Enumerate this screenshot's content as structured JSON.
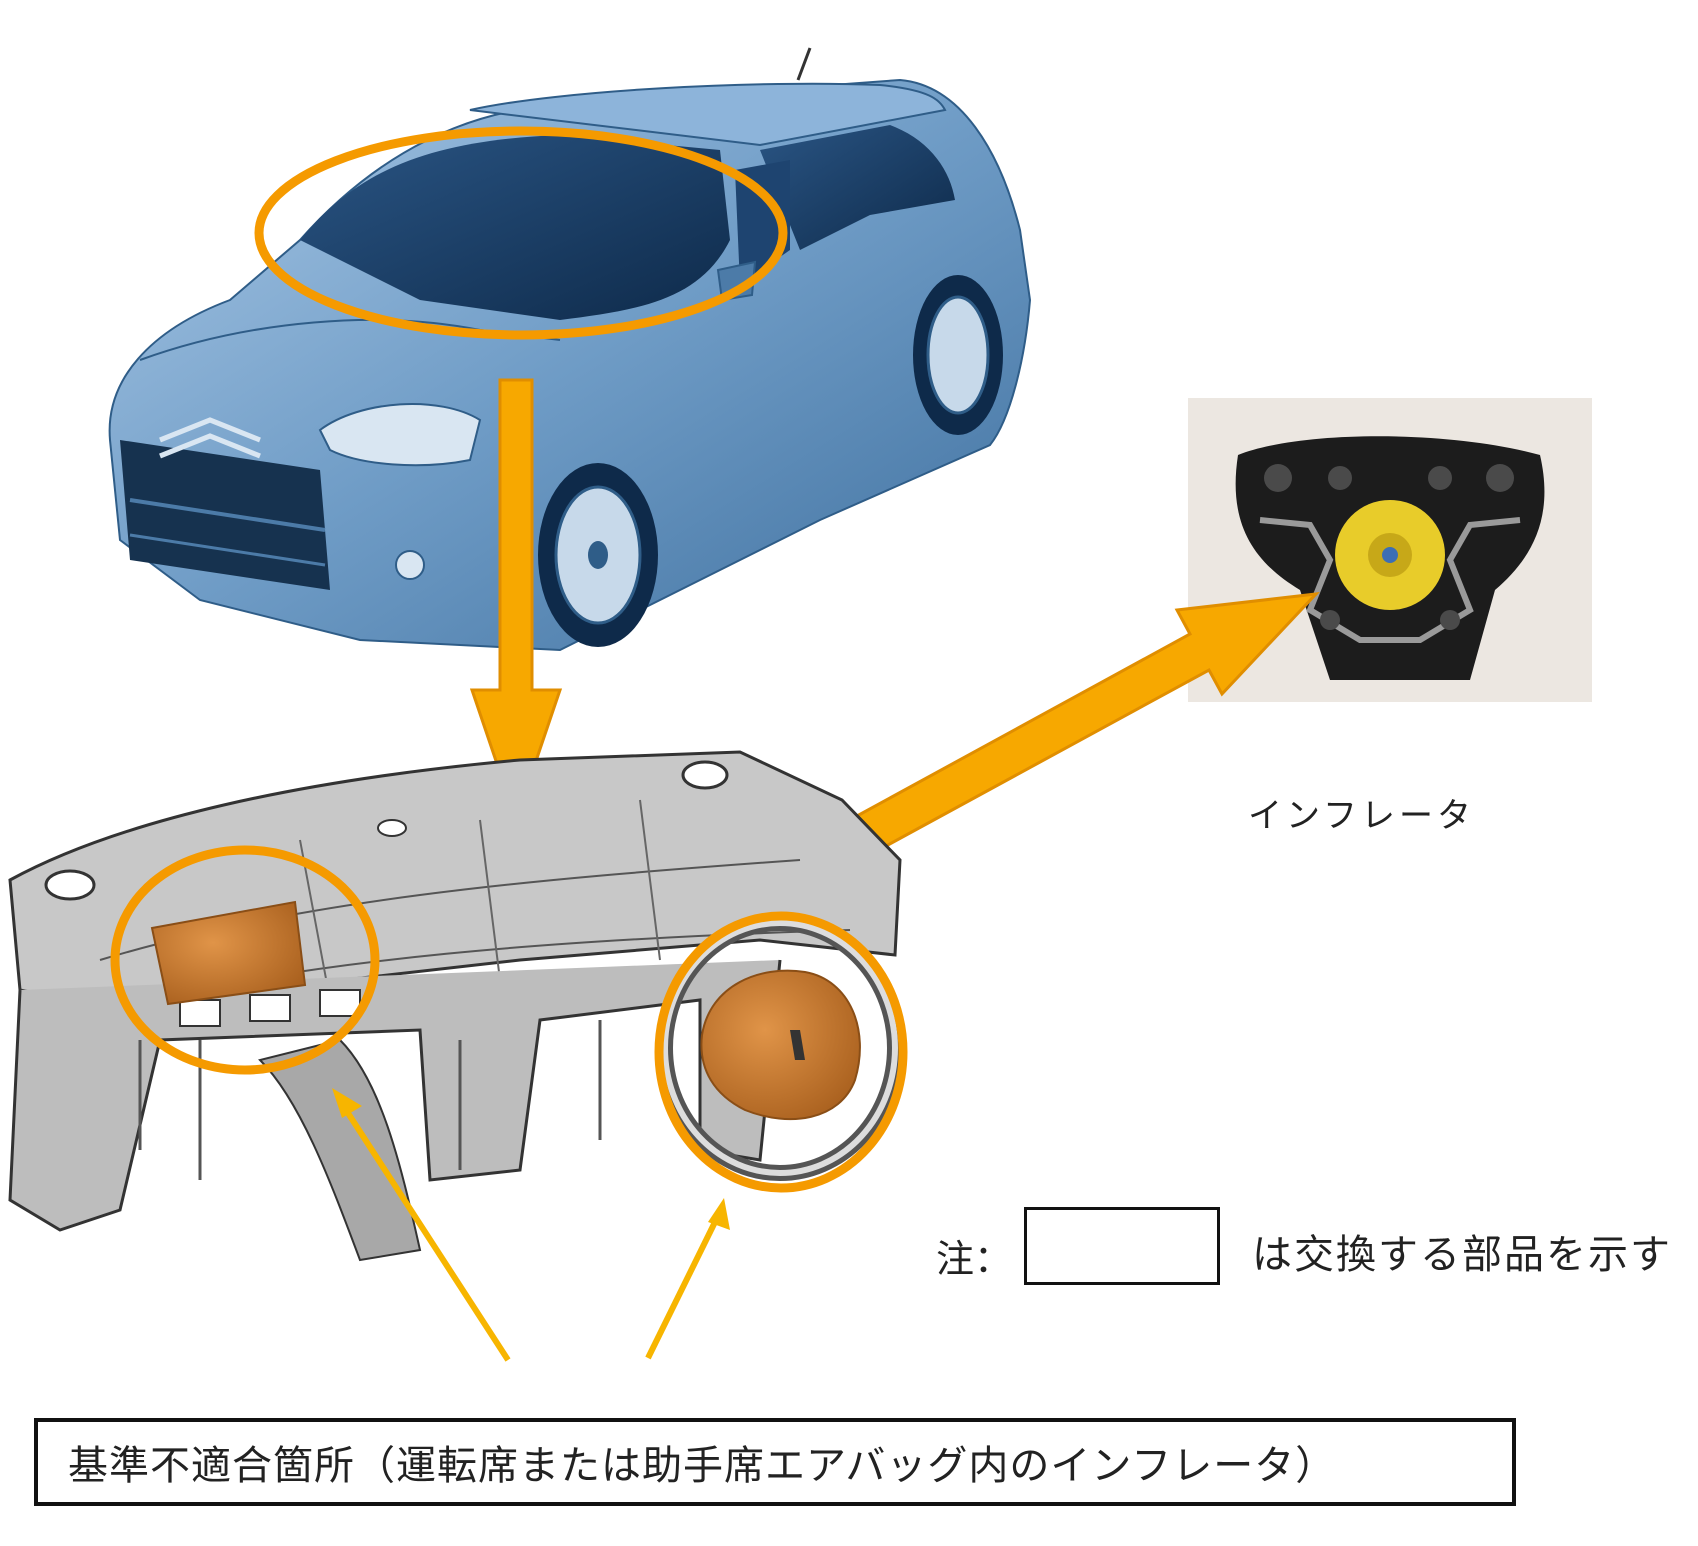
{
  "labels": {
    "inflator": "インフレータ",
    "note_prefix": "注：",
    "note_text": "は交換する部品を示す",
    "caption": "基準不適合箇所（運転席または助手席エアバッグ内のインフレータ）"
  },
  "colors": {
    "highlight": "#F59A00",
    "arrow": "#F7A800",
    "pointer": "#F7B500",
    "car_body": "#7FA8D0",
    "part_orange": "#C97A2C",
    "dashboard_gray": "#B8B8B8",
    "inflator_yellow": "#E8CC2A",
    "module_black": "#1C1C1C"
  },
  "icons": {
    "car": "car-illustration",
    "dashboard": "dashboard-illustration",
    "inflator": "airbag-inflator-photo"
  }
}
